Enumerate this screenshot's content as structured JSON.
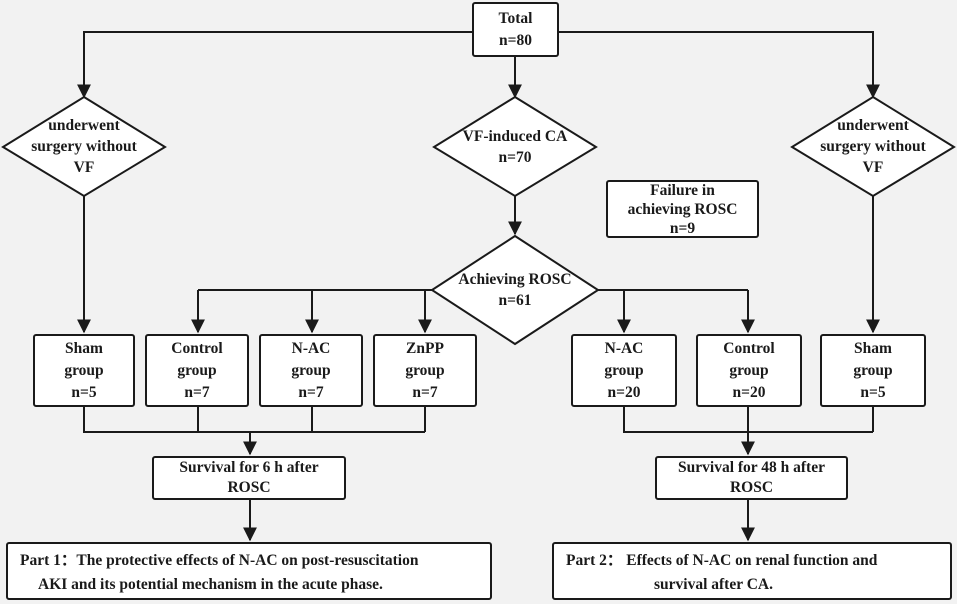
{
  "total": {
    "line1": "Total",
    "line2": "n=80"
  },
  "sham_left_decision": {
    "line1": "underwent",
    "line2": "surgery without",
    "line3": "VF"
  },
  "vf_ca": {
    "line1": "VF-induced CA",
    "line2": "n=70"
  },
  "sham_right_decision": {
    "line1": "underwent",
    "line2": "surgery without",
    "line3": "VF"
  },
  "failure": {
    "line1": "Failure in",
    "line2": "achieving ROSC",
    "line3": "n=9"
  },
  "rosc": {
    "line1": "Achieving ROSC",
    "line2": "n=61"
  },
  "groups_part1": [
    {
      "line1": "Sham",
      "line2": "group",
      "line3": "n=5"
    },
    {
      "line1": "Control",
      "line2": "group",
      "line3": "n=7"
    },
    {
      "line1": "N-AC",
      "line2": "group",
      "line3": "n=7"
    },
    {
      "line1": "ZnPP",
      "line2": "group",
      "line3": "n=7"
    }
  ],
  "groups_part2": [
    {
      "line1": "N-AC",
      "line2": "group",
      "line3": "n=20"
    },
    {
      "line1": "Control",
      "line2": "group",
      "line3": "n=20"
    },
    {
      "line1": "Sham",
      "line2": "group",
      "line3": "n=5"
    }
  ],
  "survival_6h": {
    "line1": "Survival for 6 h after",
    "line2": "ROSC"
  },
  "survival_48h": {
    "line1": "Survival for 48 h after",
    "line2": "ROSC"
  },
  "part1": {
    "line1": "Part 1：The protective effects of N-AC on post-resuscitation",
    "line2": "AKI and its potential mechanism in the acute phase."
  },
  "part2": {
    "line1": "Part 2：  Effects of N-AC on renal function  and",
    "line2": "survival after  CA."
  }
}
